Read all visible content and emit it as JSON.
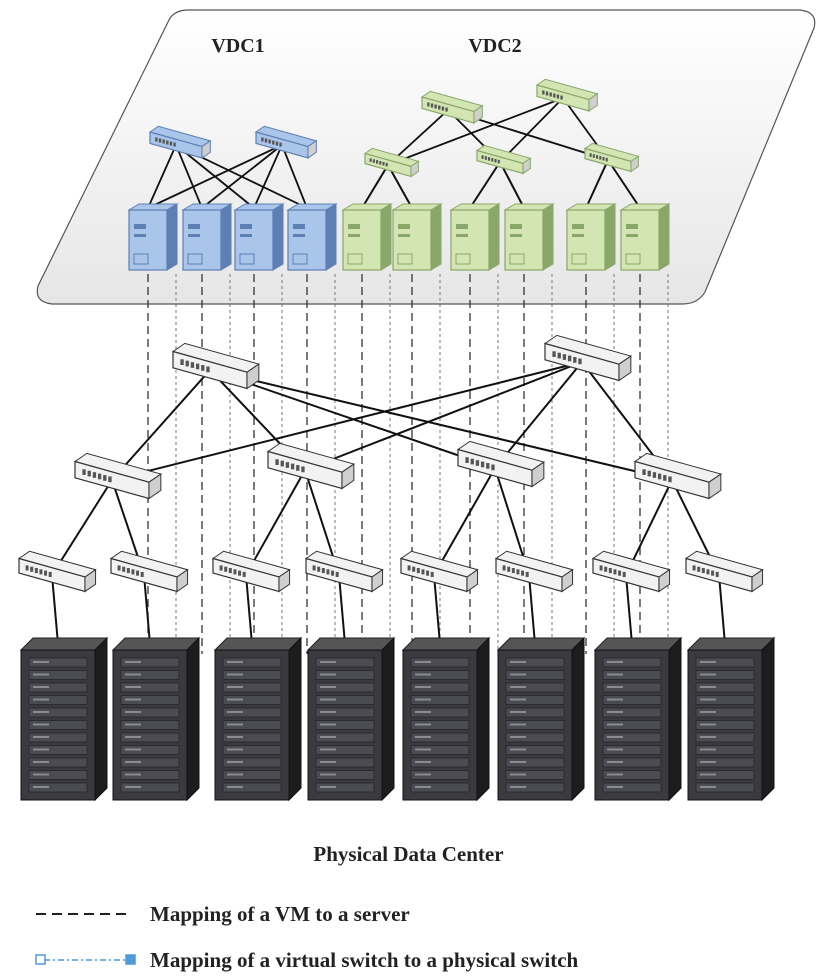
{
  "virtual": {
    "vdcs": [
      {
        "label": "VDC1",
        "color": "#a9c5ea",
        "dark": "#5d7fb3"
      },
      {
        "label": "VDC2",
        "color": "#d4e5b4",
        "dark": "#8aa76a"
      }
    ]
  },
  "physical": {
    "caption": "Physical Data Center",
    "rack_color": "#3a3a3f",
    "switch_color": "#f2f2f2"
  },
  "legend": {
    "vm_mapping": "Mapping of a VM to a server",
    "switch_mapping": "Mapping of a virtual switch to a physical switch",
    "switch_mapping_color": "#4f9ad8"
  }
}
